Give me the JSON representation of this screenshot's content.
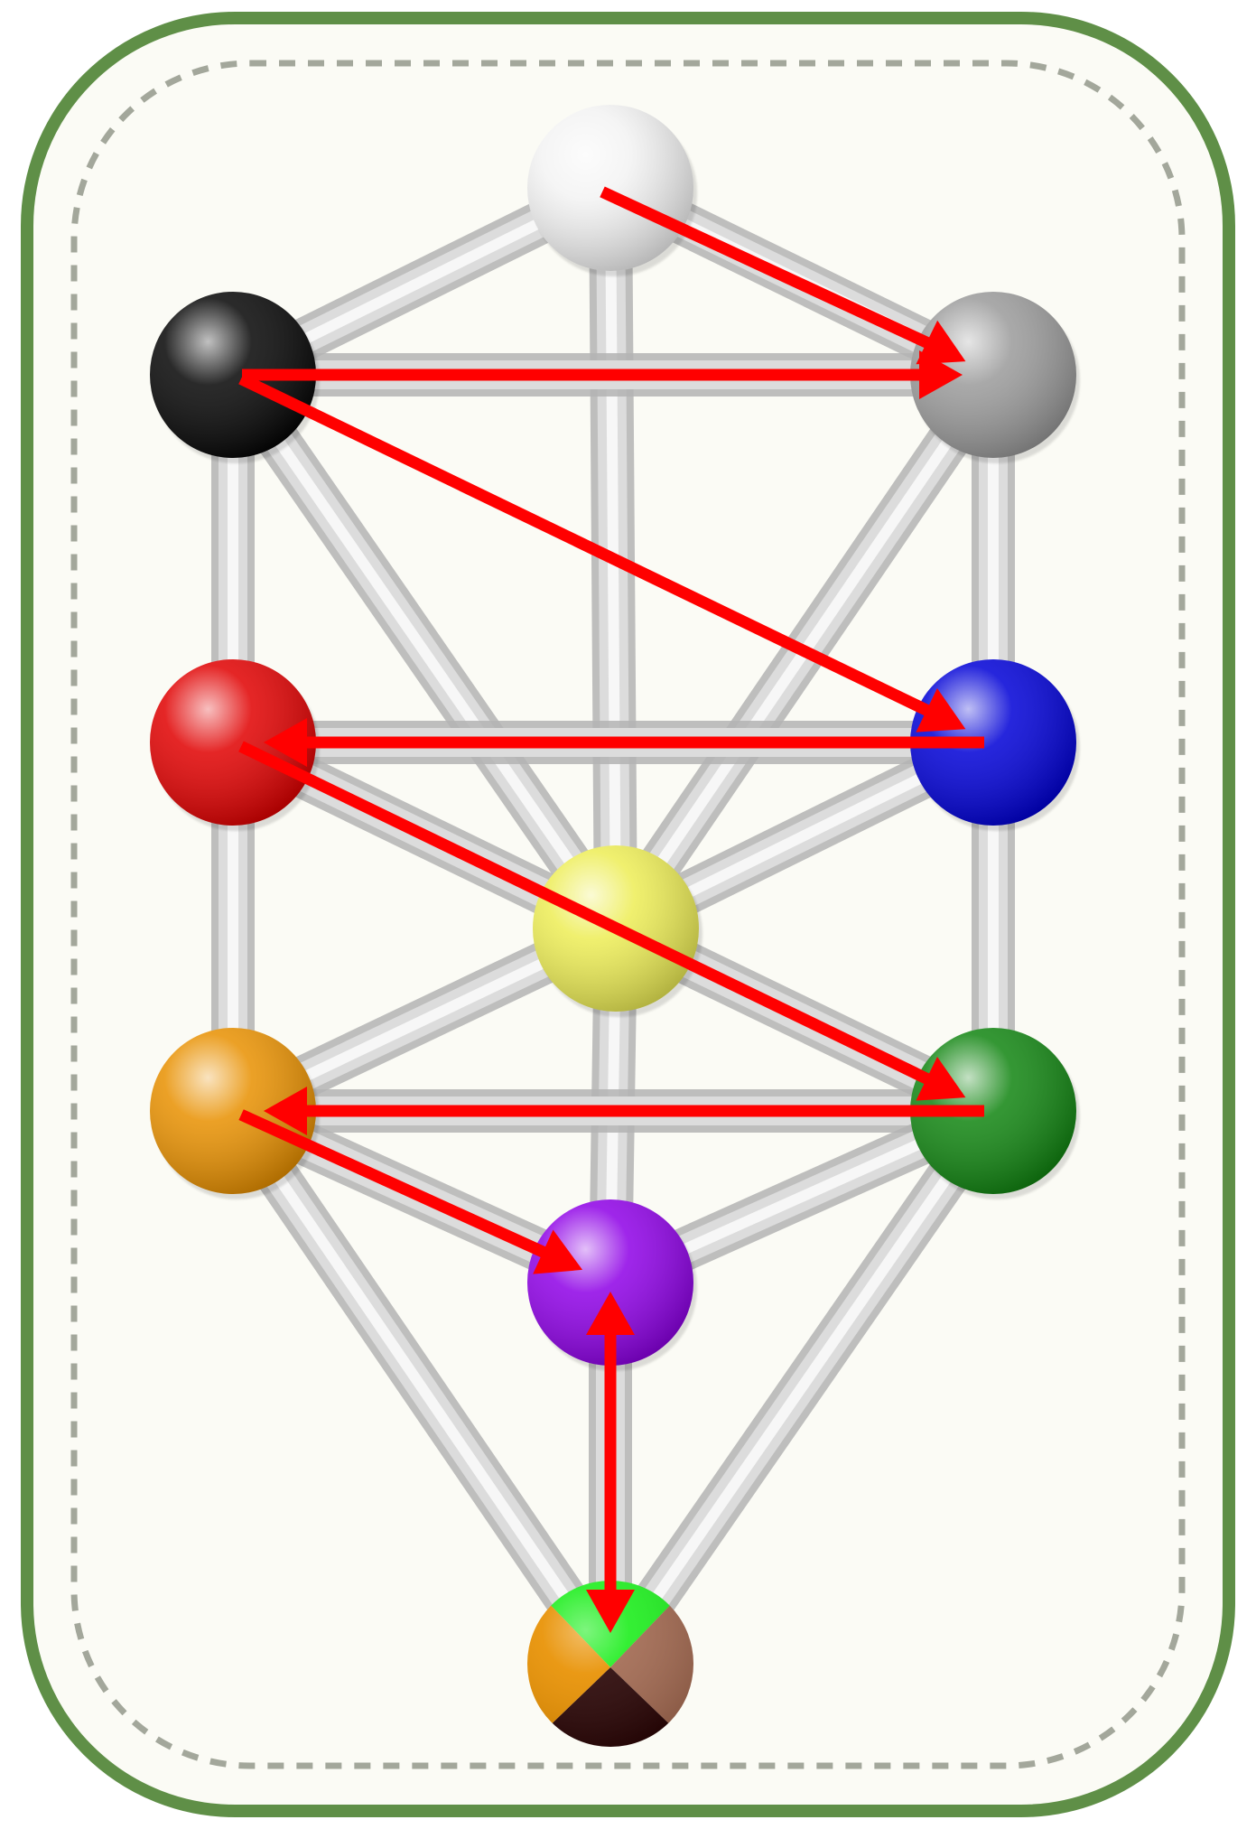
{
  "diagram": {
    "colors": {
      "frame_border": "#5f8f47",
      "frame_fill": "#fbfbf5",
      "dash": "#a3a79b",
      "path": "#bfbfbf",
      "arrow": "#ff0000"
    },
    "nodes": [
      {
        "id": "kether",
        "color": "#f3f3f3"
      },
      {
        "id": "chokmah",
        "color": "#9a9a9a"
      },
      {
        "id": "binah",
        "color": "#050505"
      },
      {
        "id": "chesed",
        "color": "#0000d6"
      },
      {
        "id": "geburah",
        "color": "#e00000"
      },
      {
        "id": "tiphareth",
        "color": "#eded55"
      },
      {
        "id": "netzach",
        "color": "#118511"
      },
      {
        "id": "hod",
        "color": "#e89000"
      },
      {
        "id": "yesod",
        "color": "#8e00e6"
      },
      {
        "id": "malkuth",
        "colors": [
          "#22ee22",
          "#a26a52",
          "#2a0606",
          "#e89000"
        ]
      }
    ],
    "paths": [
      [
        "kether",
        "chokmah"
      ],
      [
        "kether",
        "binah"
      ],
      [
        "kether",
        "tiphareth"
      ],
      [
        "chokmah",
        "binah"
      ],
      [
        "chokmah",
        "chesed"
      ],
      [
        "chokmah",
        "tiphareth"
      ],
      [
        "binah",
        "geburah"
      ],
      [
        "binah",
        "tiphareth"
      ],
      [
        "chesed",
        "geburah"
      ],
      [
        "chesed",
        "tiphareth"
      ],
      [
        "chesed",
        "netzach"
      ],
      [
        "geburah",
        "tiphareth"
      ],
      [
        "geburah",
        "hod"
      ],
      [
        "tiphareth",
        "netzach"
      ],
      [
        "tiphareth",
        "hod"
      ],
      [
        "tiphareth",
        "yesod"
      ],
      [
        "netzach",
        "hod"
      ],
      [
        "netzach",
        "yesod"
      ],
      [
        "netzach",
        "malkuth"
      ],
      [
        "hod",
        "yesod"
      ],
      [
        "hod",
        "malkuth"
      ],
      [
        "yesod",
        "malkuth"
      ]
    ],
    "arrows": [
      {
        "from": "kether",
        "to": "chokmah",
        "heads": "end"
      },
      {
        "from": "binah",
        "to": "chokmah",
        "heads": "end"
      },
      {
        "from": "binah",
        "to": "chesed",
        "heads": "end"
      },
      {
        "from": "chesed",
        "to": "geburah",
        "heads": "end"
      },
      {
        "from": "geburah",
        "to": "netzach",
        "heads": "end"
      },
      {
        "from": "netzach",
        "to": "hod",
        "heads": "end"
      },
      {
        "from": "hod",
        "to": "yesod",
        "heads": "end"
      },
      {
        "from": "yesod",
        "to": "malkuth",
        "heads": "both"
      }
    ]
  }
}
